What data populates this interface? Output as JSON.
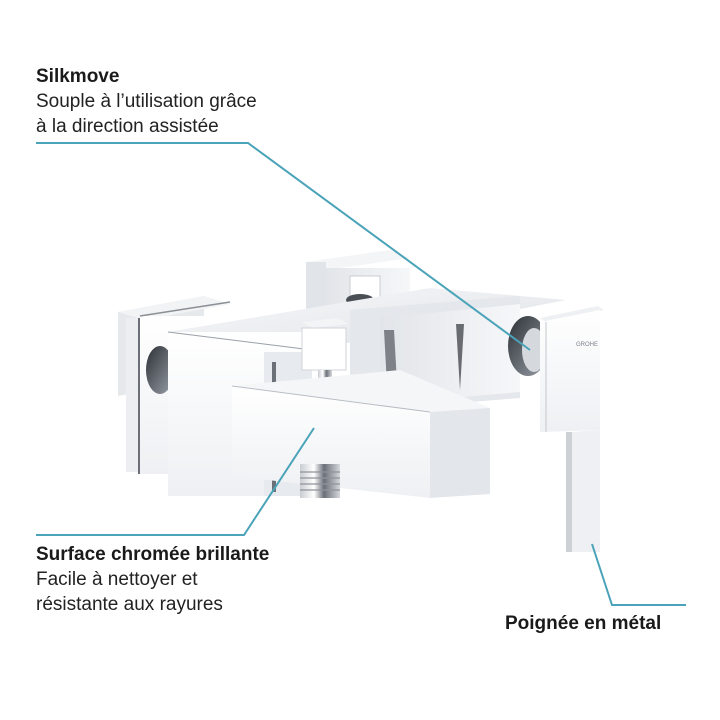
{
  "callouts": {
    "silkmove": {
      "title": "Silkmove",
      "desc_line1": "Souple à l’utilisation grâce",
      "desc_line2": "à la direction assistée"
    },
    "surface": {
      "title": "Surface chromée brillante",
      "desc_line1": "Facile à nettoyer et",
      "desc_line2": "résistante aux rayures"
    },
    "handle": {
      "title": "Poignée en métal"
    }
  },
  "product": {
    "brand_mark": "GROHE"
  },
  "colors": {
    "callout_line": "#4aa3b8",
    "chrome_light": "#f4f5f7",
    "chrome_mid": "#d9dce0",
    "chrome_dark": "#6b7078"
  }
}
